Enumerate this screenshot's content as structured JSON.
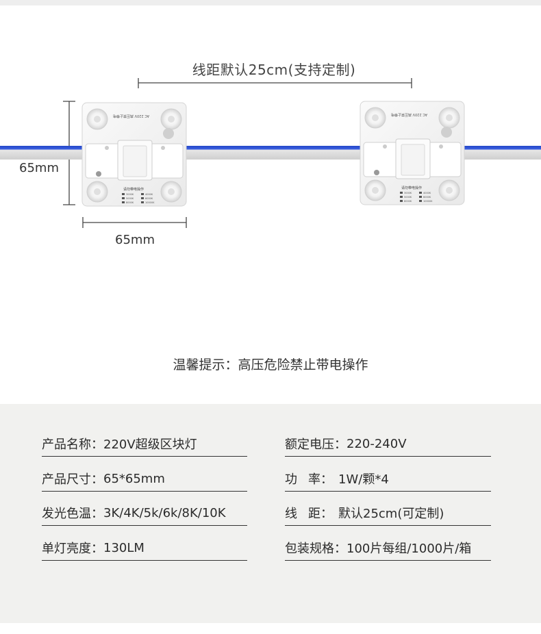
{
  "diagram": {
    "spacing_label": "线距默认25cm(支持定制)",
    "height_dimension": "65mm",
    "width_dimension": "65mm",
    "module_markings": {
      "voltage_text": "AC 220V 高压禁止带电",
      "warning_text": "请勿带电操作",
      "color_temps": [
        "3000K",
        "4000K",
        "5000K",
        "6000K",
        "8000K",
        "10000K"
      ]
    }
  },
  "notice": "温馨提示：高压危险禁止带电操作",
  "specs": {
    "left": [
      {
        "label": "产品名称：",
        "value": "220V超级区块灯"
      },
      {
        "label": "产品尺寸：",
        "value": "65*65mm"
      },
      {
        "label": "发光色温：",
        "value": "3K/4K/5k/6k/8K/10K"
      },
      {
        "label": "单灯亮度：",
        "value": "130LM"
      }
    ],
    "right": [
      {
        "label": "额定电压：",
        "value": "220-240V"
      },
      {
        "label_a": "功",
        "label_b": "率：",
        "value": "1W/颗*4"
      },
      {
        "label_a": "线",
        "label_b": "距：",
        "value": "默认25cm(可定制)"
      },
      {
        "label": "包装规格：",
        "value": "100片每组/1000片/箱"
      }
    ]
  },
  "colors": {
    "wire_blue": "#2447c8",
    "wire_gray": "#d9d9d9",
    "module_white": "#f7f7f7",
    "panel_bg": "#f1f1ef"
  }
}
